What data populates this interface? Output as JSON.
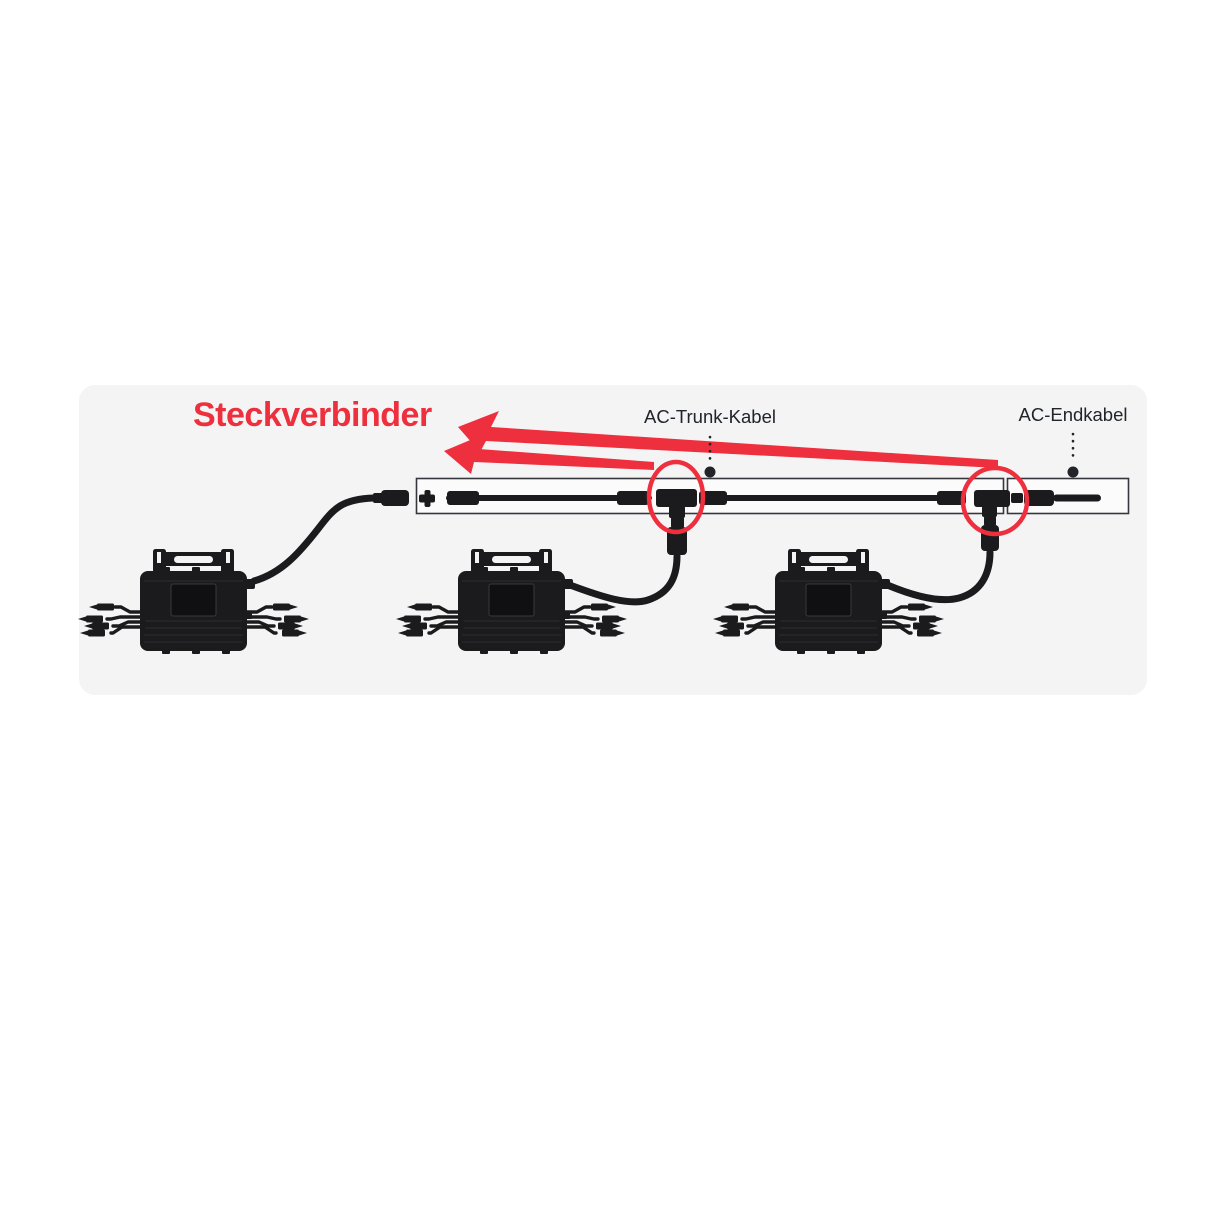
{
  "annotations": {
    "connector_label": "Steckverbinder",
    "trunk_label": "AC-Trunk-Kabel",
    "end_label": "AC-Endkabel"
  },
  "colors": {
    "accent": "#ee2f3d",
    "ink": "#1b1b1d",
    "label": "#20242b",
    "panel": "#f4f4f5",
    "box-stroke": "#36373c",
    "box-fill": "#fbfbfc"
  },
  "diagram": {
    "description": "Three solar microinverters daisy-chained to a horizontal AC trunk cable; two red circles highlight the plug connectors (Steckverbinder); dotted pointers mark the AC trunk cable box and the AC end cable box.",
    "microinverter_count": 3,
    "highlighted_connector_count": 2
  }
}
